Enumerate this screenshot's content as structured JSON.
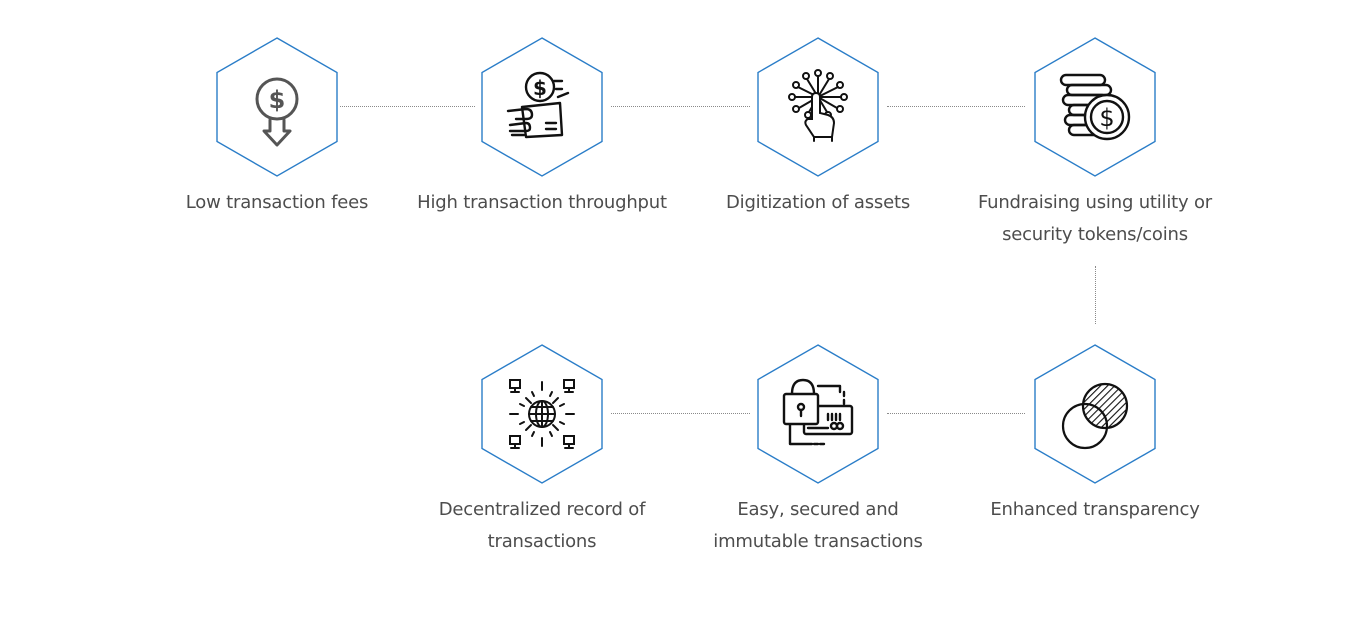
{
  "accent_color": "#2a7dc8",
  "features": [
    {
      "id": "low-fees",
      "label": "Low transaction fees",
      "icon": "dollar-coin-down-arrow-icon"
    },
    {
      "id": "high-throughput",
      "label": "High transaction throughput",
      "icon": "hand-coin-transfer-icon"
    },
    {
      "id": "digitization",
      "label": "Digitization of assets",
      "icon": "hand-touch-network-icon"
    },
    {
      "id": "fundraising",
      "label": "Fundraising using utility or security tokens/coins",
      "icon": "coin-stack-icon"
    },
    {
      "id": "decentralized",
      "label": "Decentralized record of transactions",
      "icon": "globe-network-icon"
    },
    {
      "id": "secured",
      "label": "Easy, secured and immutable transactions",
      "icon": "padlock-card-icon"
    },
    {
      "id": "transparency",
      "label": "Enhanced transparency",
      "icon": "overlapping-circles-icon"
    }
  ]
}
